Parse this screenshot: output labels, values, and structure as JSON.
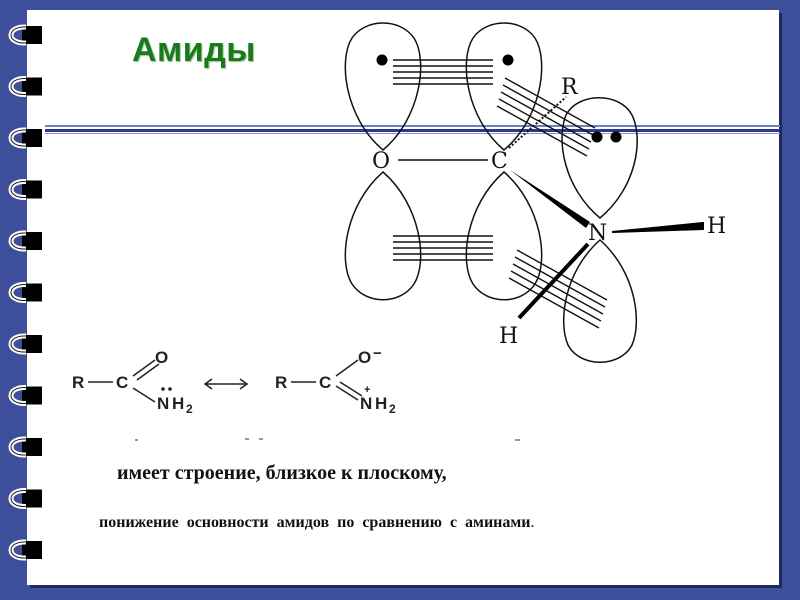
{
  "title": "Амиды",
  "orbital_diagram": {
    "atoms": {
      "O": "O",
      "C": "C",
      "N": "N",
      "R": "R",
      "H1": "H",
      "H2": "H"
    }
  },
  "resonance": {
    "left": {
      "R": "R",
      "C": "C",
      "O": "O",
      "N": "N",
      "H": "H",
      "sub": "2"
    },
    "right": {
      "R": "R",
      "C": "C",
      "O": "O",
      "charge_minus": "−",
      "N": "N",
      "charge_plus": "+",
      "H": "H",
      "sub": "2"
    }
  },
  "text": {
    "line1": "имеет строение, близкое к плоскому,",
    "line2": "понижение основности амидов по сравнению с аминами",
    "line2_end": "."
  },
  "colors": {
    "background": "#3d4f9a",
    "title": "#1a7a1a",
    "rule": "#2b3b8c"
  }
}
